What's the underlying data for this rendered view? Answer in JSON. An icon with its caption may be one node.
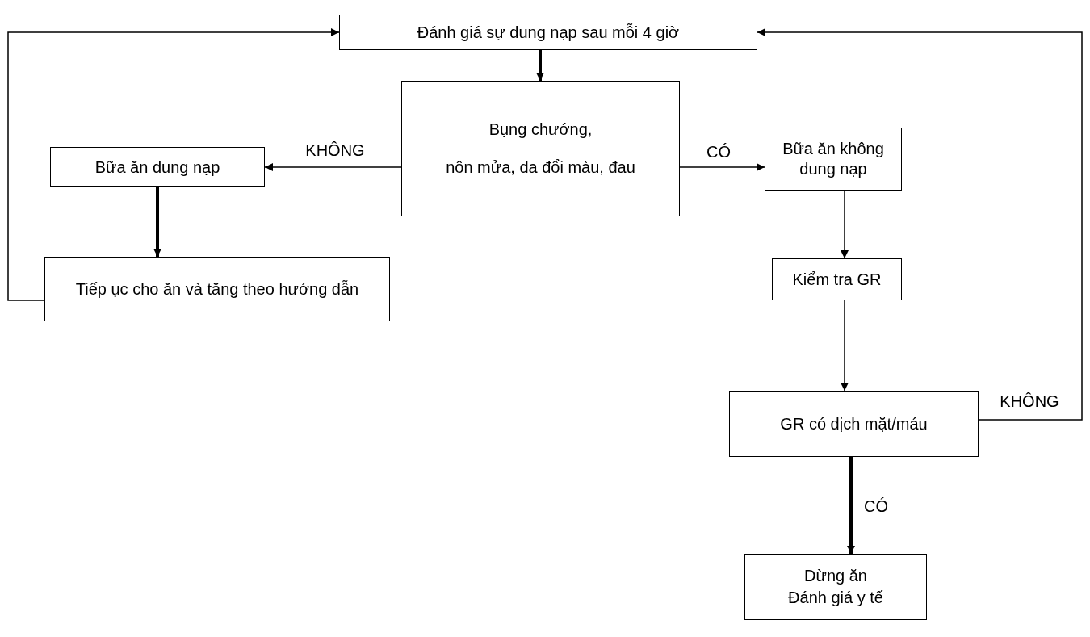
{
  "diagram": {
    "nodes": [
      {
        "text": [
          "Đánh giá sự dung nạp sau mỗi 4 giờ"
        ]
      },
      {
        "text": [
          "Bụng chướng,",
          "nôn mửa, da đổi màu, đau"
        ]
      },
      {
        "text": [
          "Bữa ăn dung nạp"
        ]
      },
      {
        "text": [
          "Tiếp ục cho ăn và tăng theo hướng dẫn"
        ]
      },
      {
        "text": [
          "Bữa ăn không dung nạp"
        ]
      },
      {
        "text": [
          "Kiểm tra GR"
        ]
      },
      {
        "text": [
          "GR có dịch mặt/máu"
        ]
      },
      {
        "text": [
          "Dừng ăn",
          "Đánh giá y tế"
        ]
      }
    ],
    "edges": [
      {
        "from": 0,
        "to": 1,
        "arrow": "to",
        "style": "thick"
      },
      {
        "from": 1,
        "to": 2,
        "arrow": "to",
        "label": "KHÔNG"
      },
      {
        "from": 1,
        "to": 4,
        "arrow": "to",
        "label": "CÓ"
      },
      {
        "from": 2,
        "to": 3,
        "arrow": "to",
        "style": "thick"
      },
      {
        "from": 3,
        "to": 0,
        "arrow": "to"
      },
      {
        "from": 4,
        "to": 5,
        "arrow": "to"
      },
      {
        "from": 5,
        "to": 6,
        "arrow": "to"
      },
      {
        "from": 6,
        "to": 0,
        "arrow": "to",
        "label": "KHÔNG"
      },
      {
        "from": 6,
        "to": 7,
        "arrow": "to",
        "label": "CÓ",
        "style": "thick"
      }
    ]
  }
}
